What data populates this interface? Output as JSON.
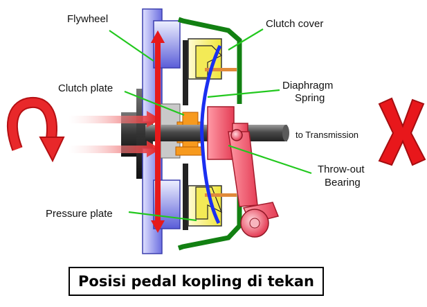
{
  "labels": {
    "flywheel": "Flywheel",
    "clutch_cover": "Clutch cover",
    "clutch_plate": "Clutch plate",
    "diaphragm_line1": "Diaphragm",
    "diaphragm_line2": "Spring",
    "to_transmission": "to Transmission",
    "throwout_line1": "Throw-out",
    "throwout_line2": "Bearing",
    "pressure_plate": "Pressure plate"
  },
  "caption": "Posisi pedal kopling di tekan",
  "colors": {
    "flywheel": "#7d7fe4",
    "red_arrow": "#e6191b",
    "leader_line": "#22c81e",
    "clutch_cover": "#128012",
    "pressure_plate": "#f5f06a",
    "hub": "#f79a1e",
    "spring": "#1a2ff0",
    "bearing": "#f46a78",
    "shaft": "#3b3b3b"
  },
  "icons": [
    "rotation-arrow-icon",
    "cross-mark-icon"
  ]
}
